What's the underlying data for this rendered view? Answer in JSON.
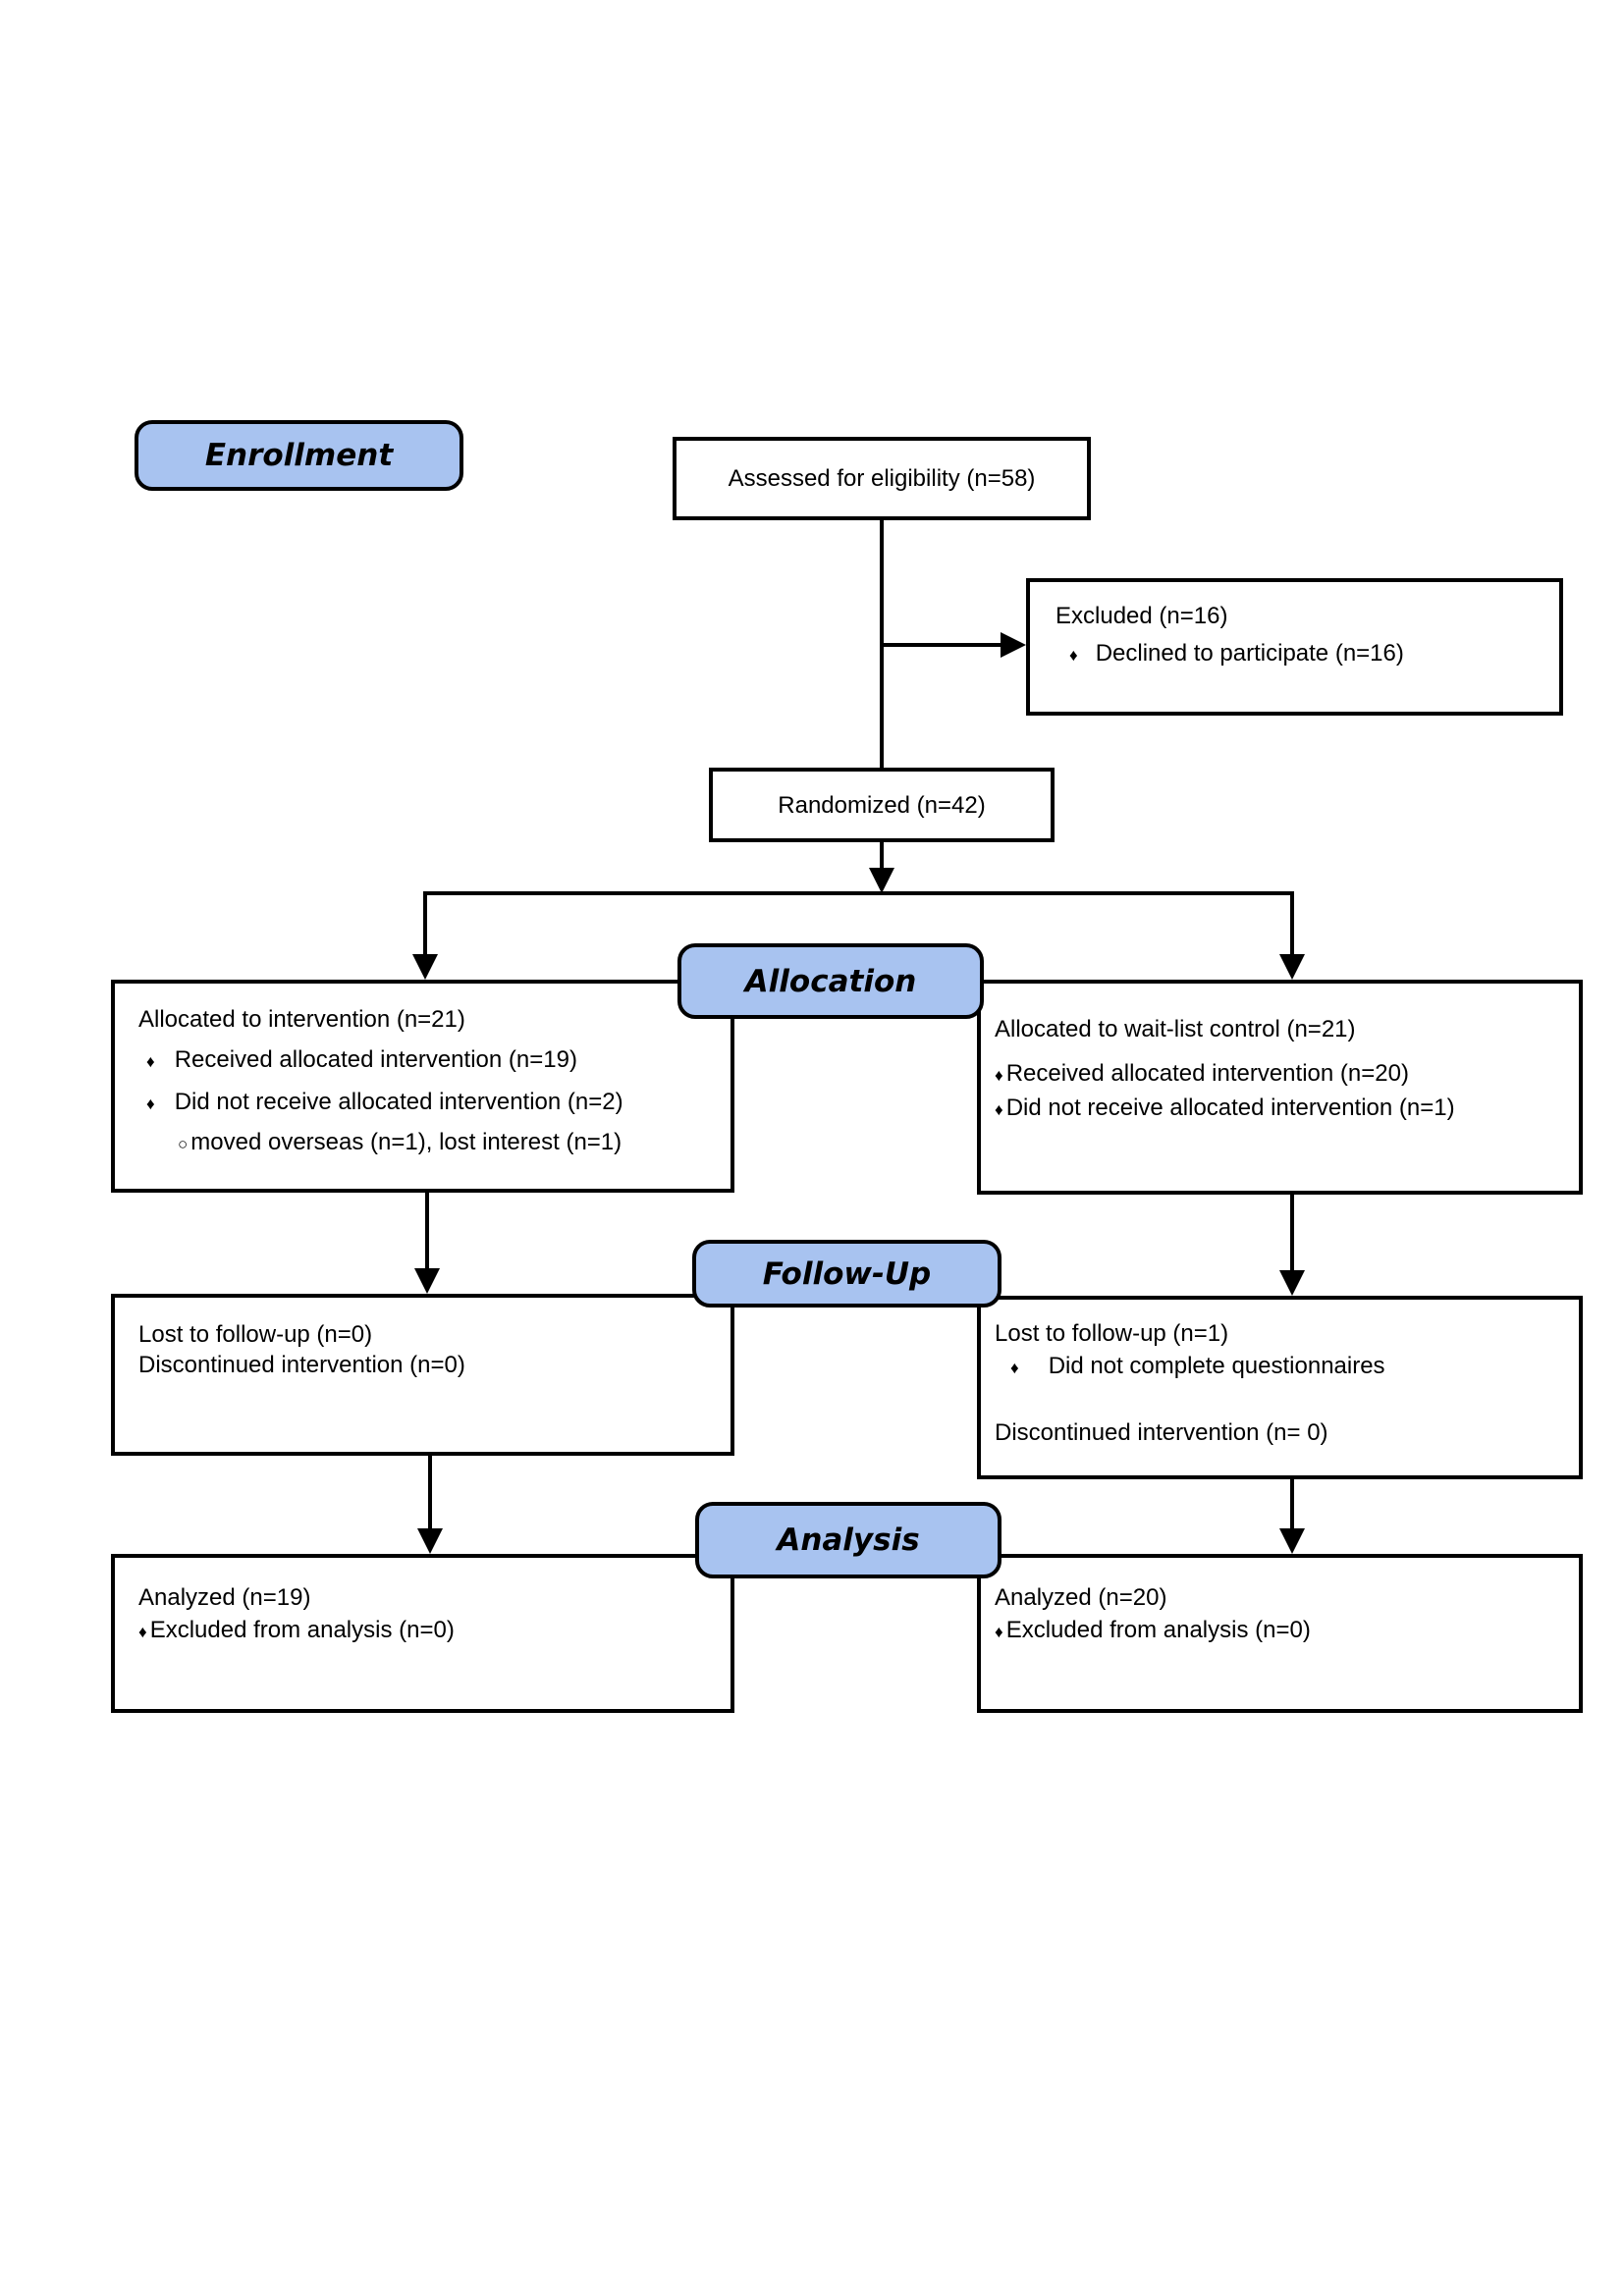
{
  "labels": {
    "enrollment": "Enrollment",
    "allocation": "Allocation",
    "follow_up": "Follow-Up",
    "analysis": "Analysis"
  },
  "boxes": {
    "assessed": {
      "text": "Assessed for eligibility (n=58)"
    },
    "excluded": {
      "title": "Excluded (n=16)",
      "bullet": "♦",
      "item": "Declined to participate (n=16)"
    },
    "randomized": {
      "text": "Randomized (n=42)"
    },
    "alloc_intervention": {
      "title": "Allocated to intervention (n=21)",
      "bullet": "♦",
      "item1": "Received allocated intervention (n=19)",
      "item2": "Did not receive allocated intervention (n=2)",
      "subbullet": "○",
      "subitem": "moved overseas (n=1), lost interest (n=1)"
    },
    "alloc_control": {
      "title": "Allocated to wait-list control (n=21)",
      "bullet": "♦",
      "item1": "Received allocated intervention (n=20)",
      "item2": "Did not receive allocated intervention (n=1)"
    },
    "followup_left": {
      "line1": "Lost to follow-up (n=0)",
      "line2": "Discontinued intervention (n=0)"
    },
    "followup_right": {
      "line1": "Lost to follow-up (n=1)",
      "bullet": "♦",
      "item": "Did not complete questionnaires",
      "line2": "Discontinued intervention (n= 0)"
    },
    "analysis_left": {
      "line1": "Analyzed (n=19)",
      "bullet": "♦",
      "item": "Excluded from analysis (n=0)"
    },
    "analysis_right": {
      "line1": "Analyzed (n=20)",
      "bullet": "♦",
      "item": "Excluded from analysis (n=0)"
    }
  },
  "colors": {
    "stage_fill": "#a8c3f0",
    "box_border": "#000000",
    "page_background": "#ffffff"
  }
}
